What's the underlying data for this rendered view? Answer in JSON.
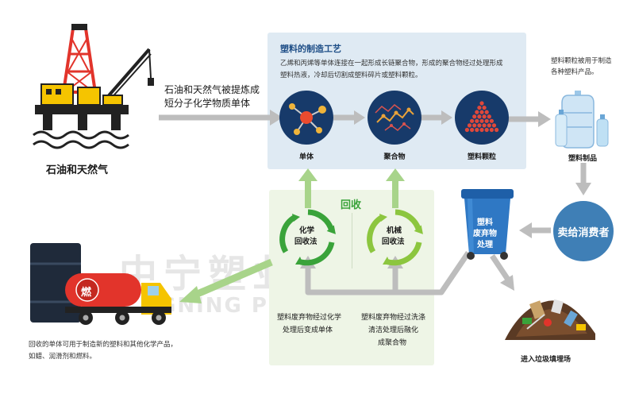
{
  "source": {
    "title": "石油和天然气",
    "desc_line1": "石油和天然气被提炼成",
    "desc_line2": "短分子化学物质单体"
  },
  "process": {
    "title": "塑料的制造工艺",
    "desc_line1": "乙烯和丙烯等单体连接在一起形成长链聚合物，形成的聚合物经过处理形成",
    "desc_line2": "塑料热液，冷却后切割成塑料碎片或塑料颗粒。",
    "nodes": [
      "单体",
      "聚合物",
      "塑料颗粒"
    ]
  },
  "products": {
    "note_line1": "塑料颗粒被用于制造",
    "note_line2": "各种塑料产品。",
    "label": "塑料制品"
  },
  "consumer": {
    "label": "卖给消费者"
  },
  "waste_bin": {
    "line1": "塑料",
    "line2": "废弃物",
    "line3": "处理"
  },
  "recycle": {
    "title": "回收",
    "chemical_line1": "化学",
    "chemical_line2": "回收法",
    "mechanical_line1": "机械",
    "mechanical_line2": "回收法",
    "chemical_desc_line1": "塑料废弃物经过化学",
    "chemical_desc_line2": "处理后变成单体",
    "mechanical_desc_line1": "塑料废弃物经过洗涤",
    "mechanical_desc_line2": "清洁处理后融化",
    "mechanical_desc_line3": "成聚合物"
  },
  "reuse": {
    "note_line1": "回收的单体可用于制造新的塑料和其他化学产品，",
    "note_line2": "如蜡、润滑剂和燃料。",
    "tank_char": "燃"
  },
  "landfill": {
    "label": "进入垃圾填埋场"
  },
  "watermark": {
    "line1": "中宁塑业",
    "line2": "GNING PLASTIC"
  },
  "colors": {
    "arrow_gray": "#bdbdbd",
    "arrow_green": "#a8d48a",
    "node_navy": "#173a6a",
    "consumer_blue": "#3f7fb6",
    "bin_blue": "#2f78c4",
    "recycle_green": "#3aa33a",
    "recycle_lime": "#8cc63f"
  }
}
